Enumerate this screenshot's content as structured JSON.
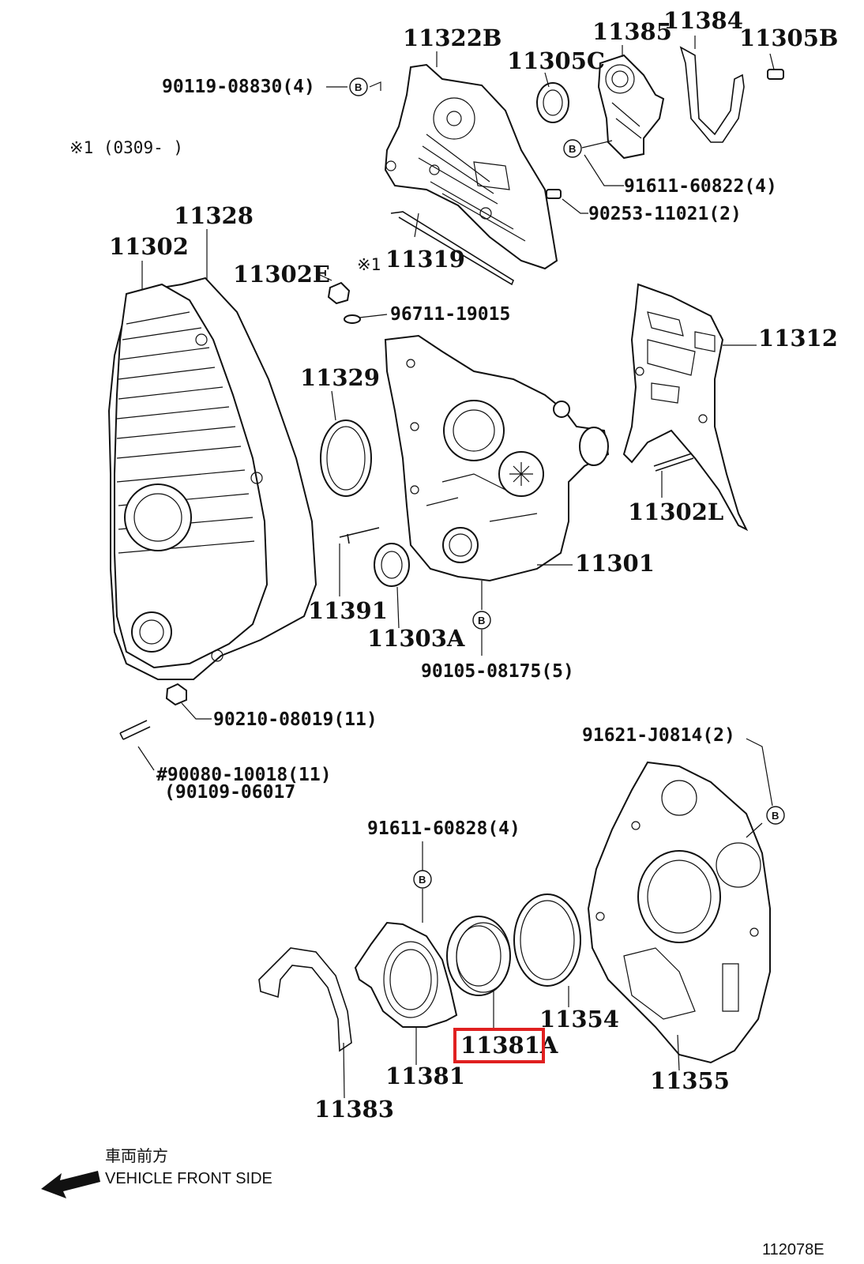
{
  "labels": {
    "p11322B": "11322B",
    "p11385": "11385",
    "p11384": "11384",
    "p11305B": "11305B",
    "p11305C": "11305C",
    "r90119": "90119-08830(4)",
    "note_x1": "※1 (0309-        )",
    "r91611_60822": "91611-60822(4)",
    "r90253": "90253-11021(2)",
    "p11328": "11328",
    "p11302": "11302",
    "p11302E": "11302E",
    "note_x1_11319": "※1",
    "p11319": "11319",
    "r96711": "96711-19015",
    "p11312": "11312",
    "p11329": "11329",
    "p11302L": "11302L",
    "p11301": "11301",
    "p11391": "11391",
    "p11303A": "11303A",
    "r90105": "90105-08175(5)",
    "r90210": "90210-08019(11)",
    "r91621": "91621-J0814(2)",
    "r90080": "#90080-10018(11)",
    "r90109": "(90109-06017",
    "r91611_60828": "91611-60828(4)",
    "p11354": "11354",
    "p11381A": "11381A",
    "p11381": "11381",
    "p11355": "11355",
    "p11383": "11383",
    "front_jp": "車両前方",
    "front_en": "VEHICLE FRONT SIDE",
    "fig_code": "112078E",
    "b_mark": "B"
  },
  "highlight": {
    "part": "11381A",
    "color": "#e02020"
  }
}
